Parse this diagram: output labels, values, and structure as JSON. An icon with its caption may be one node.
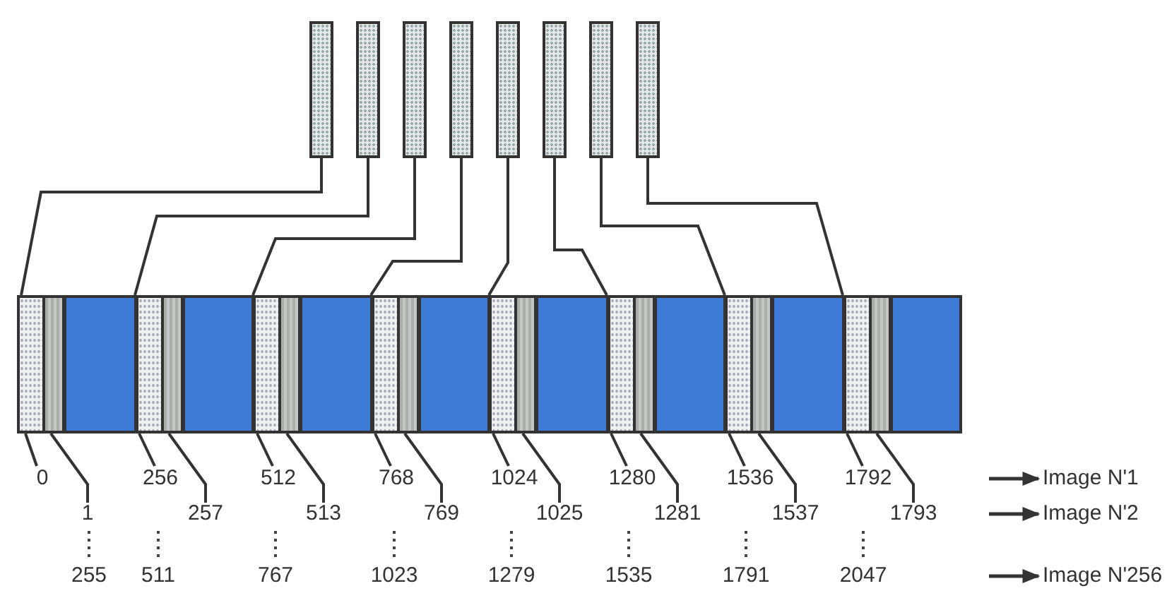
{
  "diagram": {
    "nodes": [
      {
        "text": [],
        "shape": "bar"
      },
      {
        "text": [],
        "shape": "bar"
      },
      {
        "text": [],
        "shape": "bar"
      },
      {
        "text": [],
        "shape": "bar"
      },
      {
        "text": [],
        "shape": "bar"
      },
      {
        "text": [],
        "shape": "bar"
      },
      {
        "text": [],
        "shape": "bar"
      },
      {
        "text": [],
        "shape": "bar"
      },
      {
        "text": [],
        "shape": "bar"
      },
      {
        "text": [],
        "shape": "bar",
        "in": 8
      },
      {
        "text": [],
        "shape": "bar",
        "in": 8
      },
      {
        "text": [],
        "shape": "bar",
        "in": 8
      },
      {
        "text": [],
        "shape": "bar",
        "in": 8
      },
      {
        "text": [],
        "shape": "bar",
        "in": 8
      },
      {
        "text": [],
        "shape": "bar",
        "in": 8
      },
      {
        "text": [],
        "shape": "bar",
        "in": 8
      },
      {
        "text": [],
        "shape": "bar",
        "in": 8
      },
      {
        "text": [],
        "shape": "bar",
        "in": 8
      },
      {
        "text": [],
        "shape": "bar",
        "in": 8
      },
      {
        "text": [],
        "shape": "bar",
        "in": 8
      },
      {
        "text": [],
        "shape": "bar",
        "in": 8
      },
      {
        "text": [],
        "shape": "bar",
        "in": 8
      },
      {
        "text": [],
        "shape": "bar",
        "in": 8
      },
      {
        "text": [],
        "shape": "bar",
        "in": 8
      },
      {
        "text": [],
        "shape": "bar",
        "in": 8
      },
      {
        "text": [
          "0"
        ]
      },
      {
        "text": [
          "1"
        ]
      },
      {
        "text": [
          "256"
        ]
      },
      {
        "text": [
          "257"
        ]
      },
      {
        "text": [
          "512"
        ]
      },
      {
        "text": [
          "513"
        ]
      },
      {
        "text": [
          "768"
        ]
      },
      {
        "text": [
          "769"
        ]
      },
      {
        "text": [
          "1024"
        ]
      },
      {
        "text": [
          "1025"
        ]
      },
      {
        "text": [
          "1280"
        ]
      },
      {
        "text": [
          "1281"
        ]
      },
      {
        "text": [
          "1536"
        ]
      },
      {
        "text": [
          "1537"
        ]
      },
      {
        "text": [
          "1792"
        ]
      },
      {
        "text": [
          "1793"
        ]
      },
      {
        "text": [
          "Image N'1"
        ]
      },
      {
        "text": [
          "Image N'2"
        ]
      },
      {
        "text": [
          "Image N'256"
        ]
      }
    ],
    "edges": [
      {
        "from": 0,
        "to": 9,
        "arrow": "none"
      },
      {
        "from": 1,
        "to": 11,
        "arrow": "none"
      },
      {
        "from": 2,
        "to": 13,
        "arrow": "none"
      },
      {
        "from": 3,
        "to": 15,
        "arrow": "none"
      },
      {
        "from": 4,
        "to": 17,
        "arrow": "none"
      },
      {
        "from": 5,
        "to": 19,
        "arrow": "none"
      },
      {
        "from": 6,
        "to": 21,
        "arrow": "none"
      },
      {
        "from": 7,
        "to": 23,
        "arrow": "none"
      },
      {
        "from": 25,
        "to": 9,
        "arrow": "none"
      },
      {
        "from": 26,
        "to": 10,
        "arrow": "none"
      },
      {
        "from": 27,
        "to": 11,
        "arrow": "none"
      },
      {
        "from": 28,
        "to": 12,
        "arrow": "none"
      },
      {
        "from": 29,
        "to": 13,
        "arrow": "none"
      },
      {
        "from": 30,
        "to": 14,
        "arrow": "none"
      },
      {
        "from": 31,
        "to": 15,
        "arrow": "none"
      },
      {
        "from": 32,
        "to": 16,
        "arrow": "none"
      },
      {
        "from": 33,
        "to": 17,
        "arrow": "none"
      },
      {
        "from": 34,
        "to": 18,
        "arrow": "none"
      },
      {
        "from": 35,
        "to": 19,
        "arrow": "none"
      },
      {
        "from": 36,
        "to": 20,
        "arrow": "none"
      },
      {
        "from": 37,
        "to": 21,
        "arrow": "none"
      },
      {
        "from": 38,
        "to": 22,
        "arrow": "none"
      },
      {
        "from": 39,
        "to": 23,
        "arrow": "none"
      },
      {
        "from": 40,
        "to": 24,
        "arrow": "none"
      },
      {
        "from": null,
        "to": 41,
        "arrow": "to"
      },
      {
        "from": null,
        "to": 42,
        "arrow": "to"
      },
      {
        "from": null,
        "to": 43,
        "arrow": "to"
      }
    ],
    "labels": [
      "255",
      "511",
      "767",
      "1023",
      "1279",
      "1535",
      "1791",
      "2047"
    ]
  }
}
